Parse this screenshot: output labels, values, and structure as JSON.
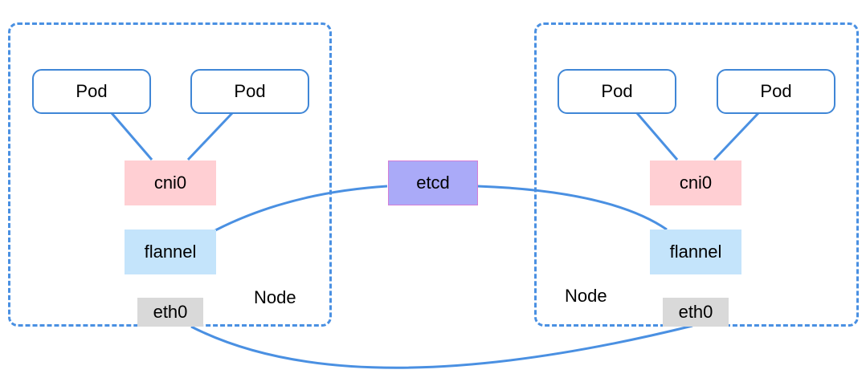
{
  "colors": {
    "line": "#4a90e2",
    "pod_border": "#3f86d6",
    "cni": "#ffcfd3",
    "flannel": "#c4e4fb",
    "eth": "#d9d9d9",
    "etcd": "#aaaaf8"
  },
  "left_node": {
    "label": "Node",
    "pods": [
      "Pod",
      "Pod"
    ],
    "cni": "cni0",
    "flannel": "flannel",
    "eth": "eth0"
  },
  "right_node": {
    "label": "Node",
    "pods": [
      "Pod",
      "Pod"
    ],
    "cni": "cni0",
    "flannel": "flannel",
    "eth": "eth0"
  },
  "etcd": "etcd"
}
